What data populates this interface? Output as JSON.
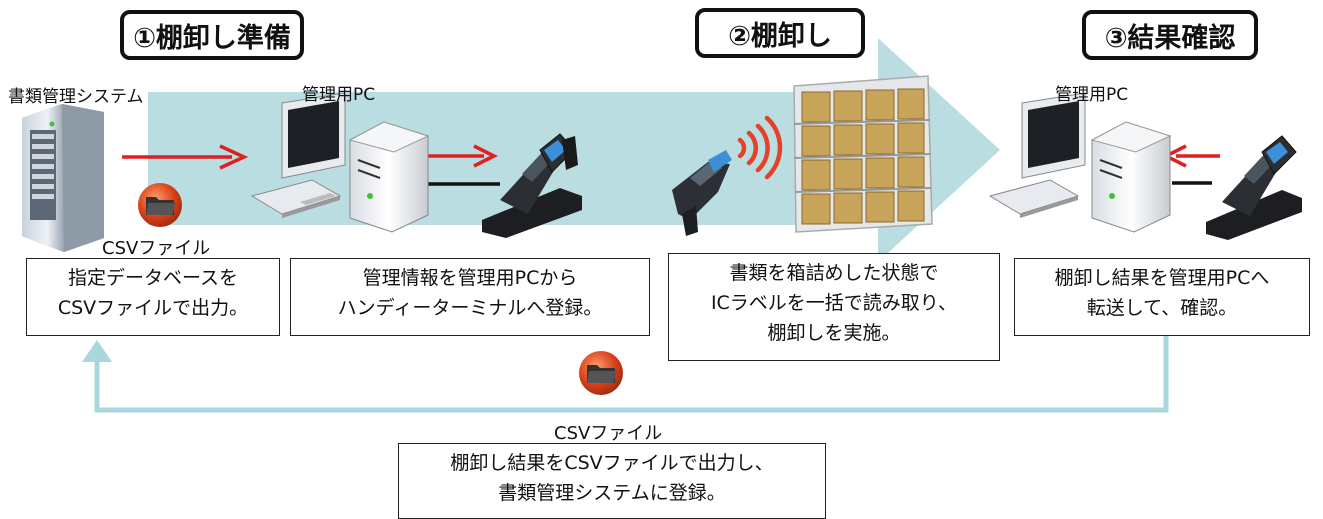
{
  "steps": [
    {
      "label": "①棚卸し準備"
    },
    {
      "label": "②棚卸し"
    },
    {
      "label": "③結果確認"
    }
  ],
  "labels": {
    "document_system": "書類管理システム",
    "admin_pc_1": "管理用PC",
    "admin_pc_2": "管理用PC",
    "csv_file_1": "CSVファイル",
    "csv_file_2": "CSVファイル"
  },
  "descriptions": [
    {
      "lines": [
        "指定データベースを",
        "CSVファイルで出力。"
      ]
    },
    {
      "lines": [
        "管理情報を管理用PCから",
        "ハンディーターミナルへ登録。"
      ]
    },
    {
      "lines": [
        "書類を箱詰めした状態で",
        "ICラベルを一括で読み取り、",
        "棚卸しを実施。"
      ]
    },
    {
      "lines": [
        "棚卸し結果を管理用PCへ",
        "転送して、確認。"
      ]
    },
    {
      "lines": [
        "棚卸し結果をCSVファイルで出力し、",
        "書類管理システムに登録。"
      ]
    }
  ],
  "icons": [
    "server-icon",
    "desktop-pc-icon",
    "handheld-terminal-icon",
    "rfid-signal-icon",
    "document-shelf-icon",
    "folder-icon"
  ],
  "colors": {
    "flow_arrow": "#b9dde0",
    "return_line": "#a9d8dc",
    "data_arrow": "#e02020",
    "folder_badge": "#d8401a"
  }
}
